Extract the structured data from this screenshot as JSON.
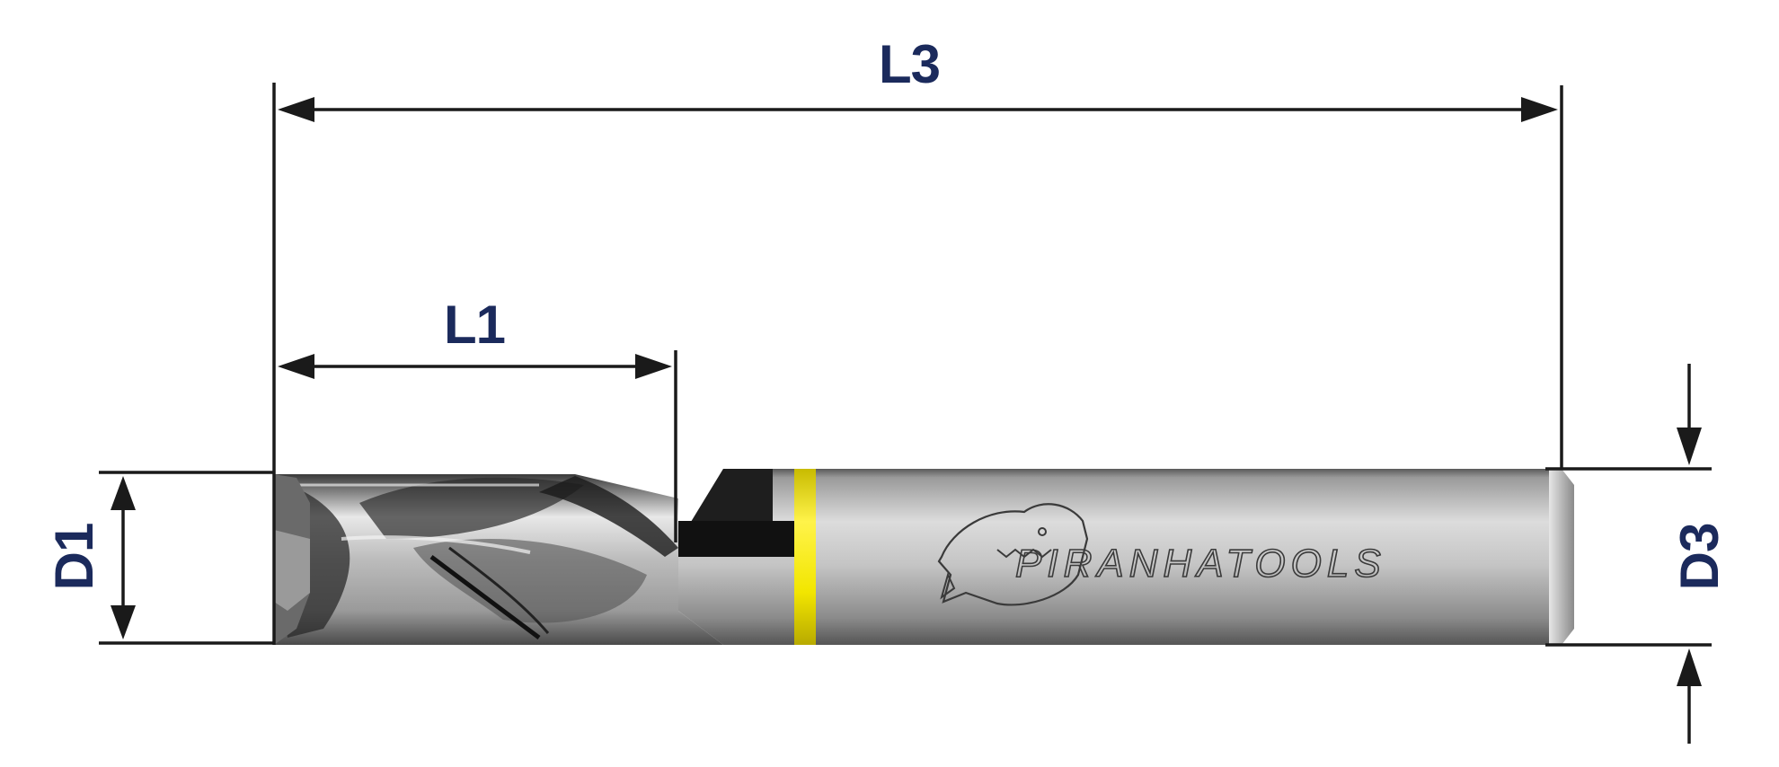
{
  "labels": {
    "overall_length": "L3",
    "cutting_length": "L1",
    "cutting_diameter": "D1",
    "shank_diameter": "D3"
  },
  "logo": {
    "text": "PIRANHATOOLS"
  },
  "colors": {
    "label": "#1b2a5c",
    "dimension_line": "#1a1a1a",
    "ring": "#f2e600",
    "shank_light": "#d4d4d4",
    "shank_dark": "#7a7a7a"
  }
}
